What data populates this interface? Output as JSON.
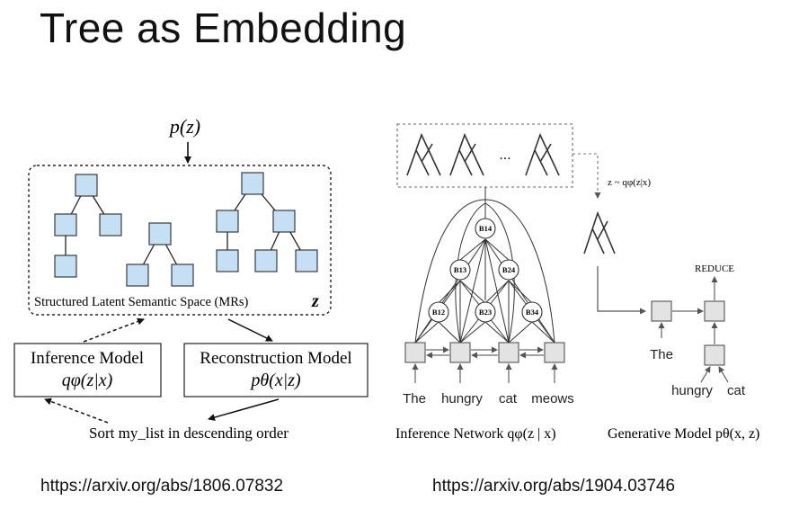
{
  "slide": {
    "title": "Tree as Embedding",
    "links": [
      "https://arxiv.org/abs/1806.07832",
      "https://arxiv.org/abs/1904.03746"
    ]
  },
  "left_diagram": {
    "prior_label": "p(z)",
    "latent_space_label": "Structured Latent Semantic Space (MRs)",
    "latent_var": "z",
    "inference_box": {
      "title": "Inference Model",
      "formula": "qφ(z|x)"
    },
    "reconstruction_box": {
      "title": "Reconstruction Model",
      "formula": "pθ(x|z)"
    },
    "sentence": "Sort my_list in descending order",
    "colors": {
      "node_fill": "#c5dff5",
      "node_stroke": "#2c2c2c"
    }
  },
  "right_diagram": {
    "ellipsis": "...",
    "sample_label": "z ~ qφ(z|x)",
    "nodes": [
      "B14",
      "B13",
      "B24",
      "B12",
      "B23",
      "B34"
    ],
    "words": [
      "The",
      "hungry",
      "cat",
      "meows"
    ],
    "reduce_label": "REDUCE",
    "gen_words": [
      "The",
      "hungry",
      "cat"
    ],
    "inference_caption": "Inference Network qφ(z | x)",
    "generative_caption": "Generative Model pθ(x, z)",
    "colors": {
      "cell_fill": "#e3e3e3"
    }
  }
}
